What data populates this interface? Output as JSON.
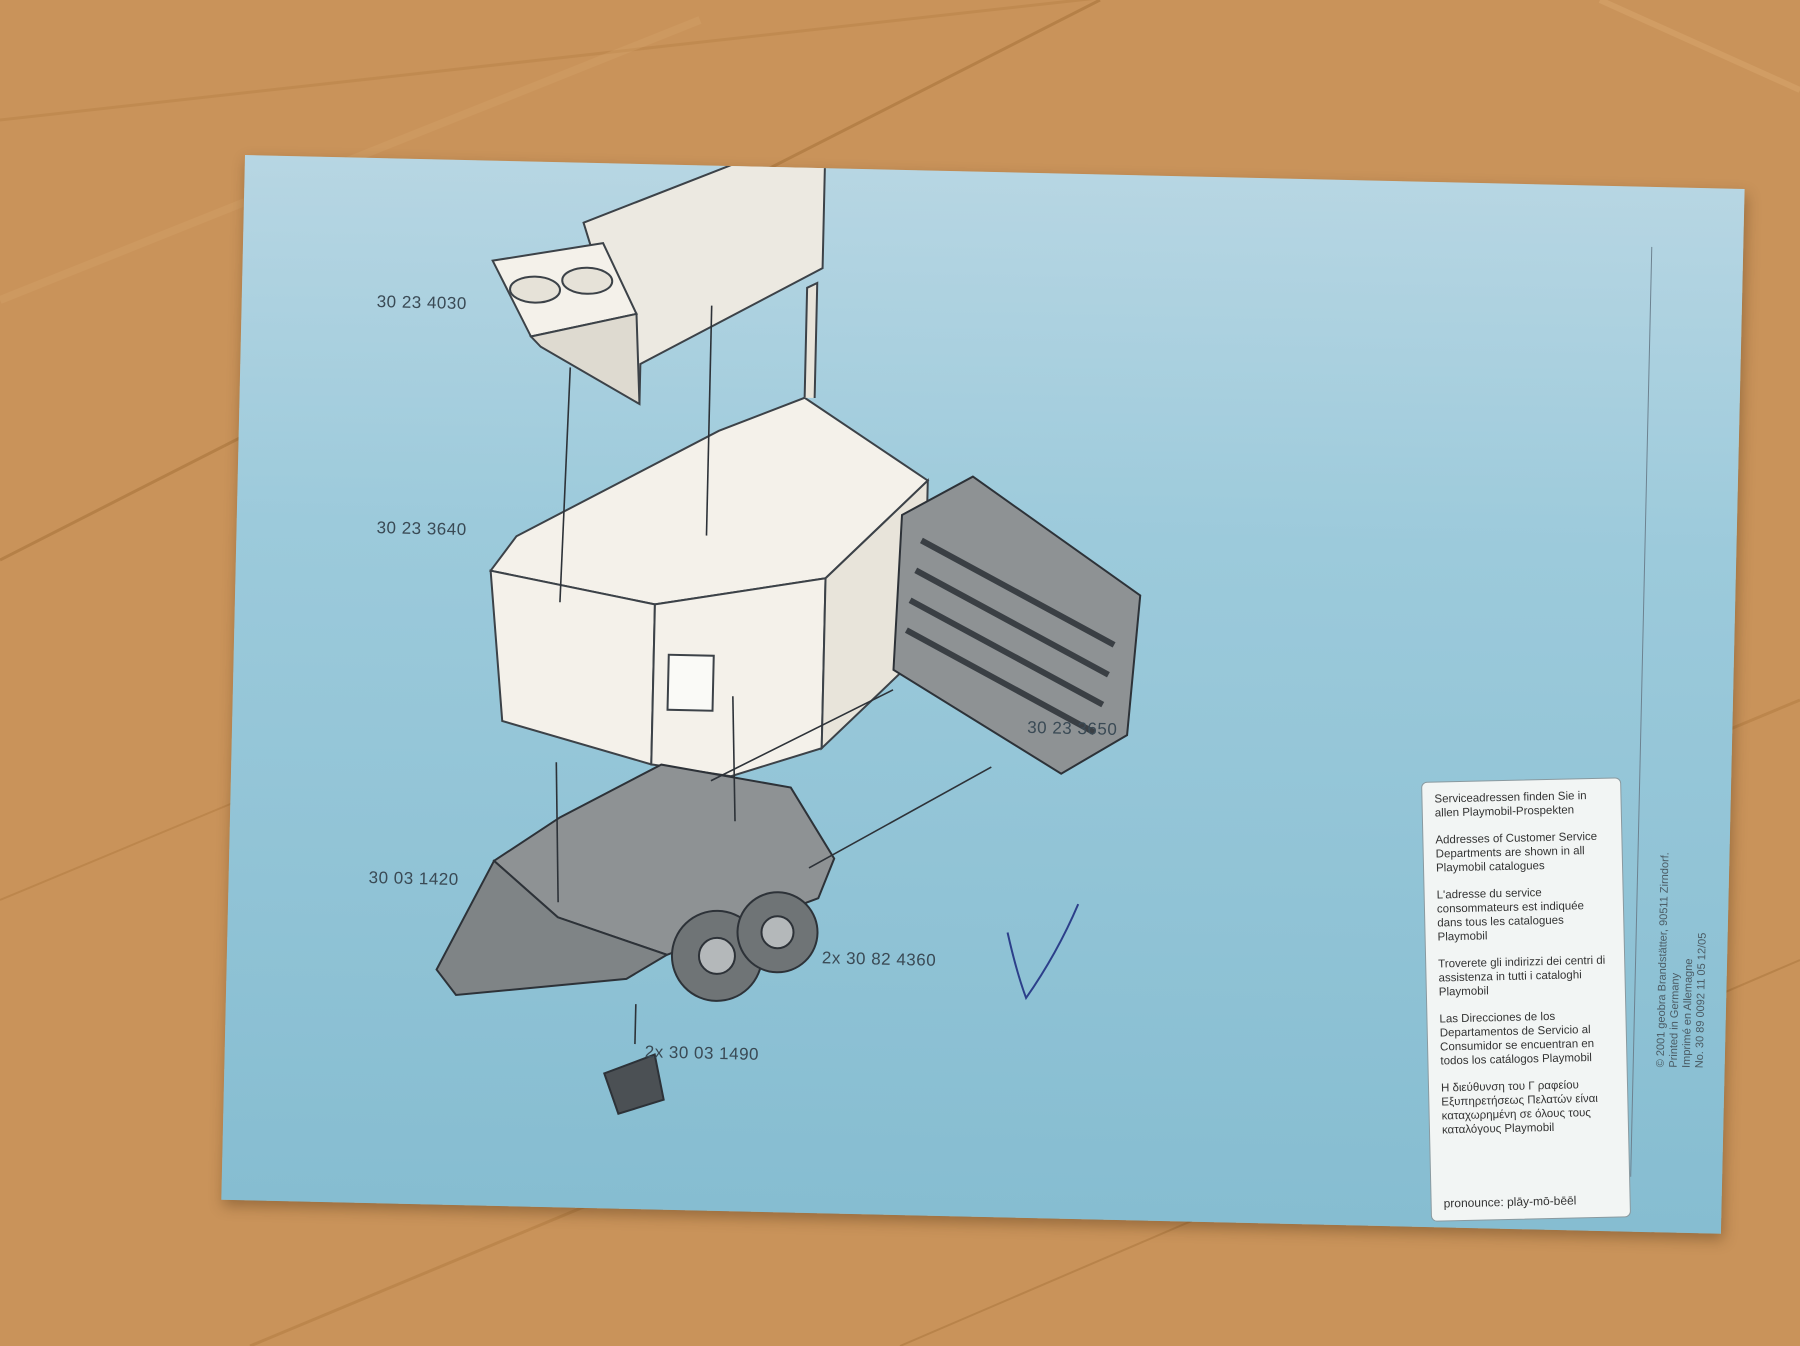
{
  "parts": [
    {
      "id": "roof",
      "number": "30 23 4030"
    },
    {
      "id": "body",
      "number": "30 23 3640"
    },
    {
      "id": "ramp",
      "number": "30 23 3650"
    },
    {
      "id": "chassis",
      "number": "30 03 1420"
    },
    {
      "id": "wheels",
      "number": "2x 30 82 4360"
    },
    {
      "id": "clip",
      "number": "2x 30 03 1490"
    }
  ],
  "service_box": {
    "de": "Serviceadressen finden Sie in allen Playmobil-Prospekten",
    "en": "Addresses of Customer Service Departments are shown in all Playmobil catalogues",
    "fr": "L'adresse du service consommateurs est indiquée dans tous les catalogues Playmobil",
    "it": "Troverete gli indirizzi dei centri di assistenza in tutti i cataloghi Playmobil",
    "es": "Las Direcciones de los Departamentos de Servicio al Consumidor se encuentran en todos los catálogos Playmobil",
    "el": "Η διεύθυνση του Γ ραφείου Εξυπηρετήσεως Πελατών είναι καταχωρημένη σε όλους τους καταλόγους Playmobil",
    "pronounce": "pronounce: plāy-mō-bēēl"
  },
  "legal": {
    "line1": "© 2001 geobra Brandstätter, 90511 Zirndorf.",
    "line2": "Printed in Germany",
    "line3": "Imprimé en Allemagne",
    "line4": "No. 30 89 0092     11 05  12/05"
  },
  "colors": {
    "sheet": "#9ccadb",
    "part_light": "#f4f1ea",
    "part_dark": "#8e9294",
    "outline": "#3c4248",
    "wood": "#c9935a"
  }
}
